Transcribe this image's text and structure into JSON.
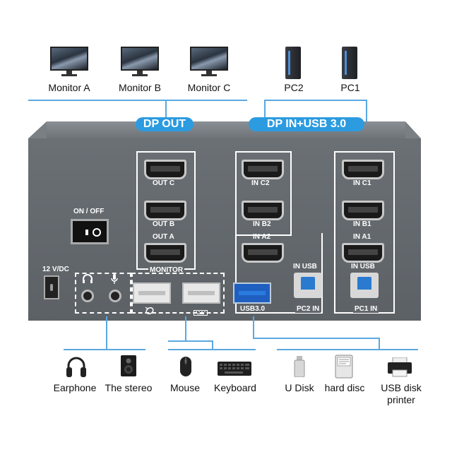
{
  "top_devices": {
    "monitors": [
      "Monitor A",
      "Monitor B",
      "Monitor C"
    ],
    "pcs": [
      "PC2",
      "PC1"
    ]
  },
  "group_labels": {
    "dp_out": "DP OUT",
    "dp_in_usb": "DP IN+USB 3.0"
  },
  "panel": {
    "power_switch": "ON / OFF",
    "power_input": "12 V/DC",
    "monitor_ports": [
      "OUT C",
      "OUT B",
      "OUT A"
    ],
    "monitor_group": "MONITOR",
    "pc2_ports": [
      "IN C2",
      "IN B2",
      "IN A2"
    ],
    "pc2_usb": "IN USB",
    "pc2_group": "PC2 IN",
    "pc1_ports": [
      "IN C1",
      "IN B1",
      "IN A1"
    ],
    "pc1_usb": "IN USB",
    "pc1_group": "PC1 IN",
    "usb3": "USB3.0"
  },
  "bottom_devices": [
    "Earphone",
    "The stereo",
    "Mouse",
    "Keyboard",
    "U Disk",
    "hard disc",
    "USB disk printer"
  ],
  "colors": {
    "accent": "#2c9be0",
    "line": "#5aa8e0",
    "body": "#62676c"
  },
  "icons": [
    "monitor-icon",
    "pc-tower-icon",
    "headphone-icon",
    "microphone-icon",
    "mouse-icon",
    "keyboard-icon",
    "usb-drive-icon",
    "hard-disk-icon",
    "printer-icon",
    "speaker-icon"
  ]
}
